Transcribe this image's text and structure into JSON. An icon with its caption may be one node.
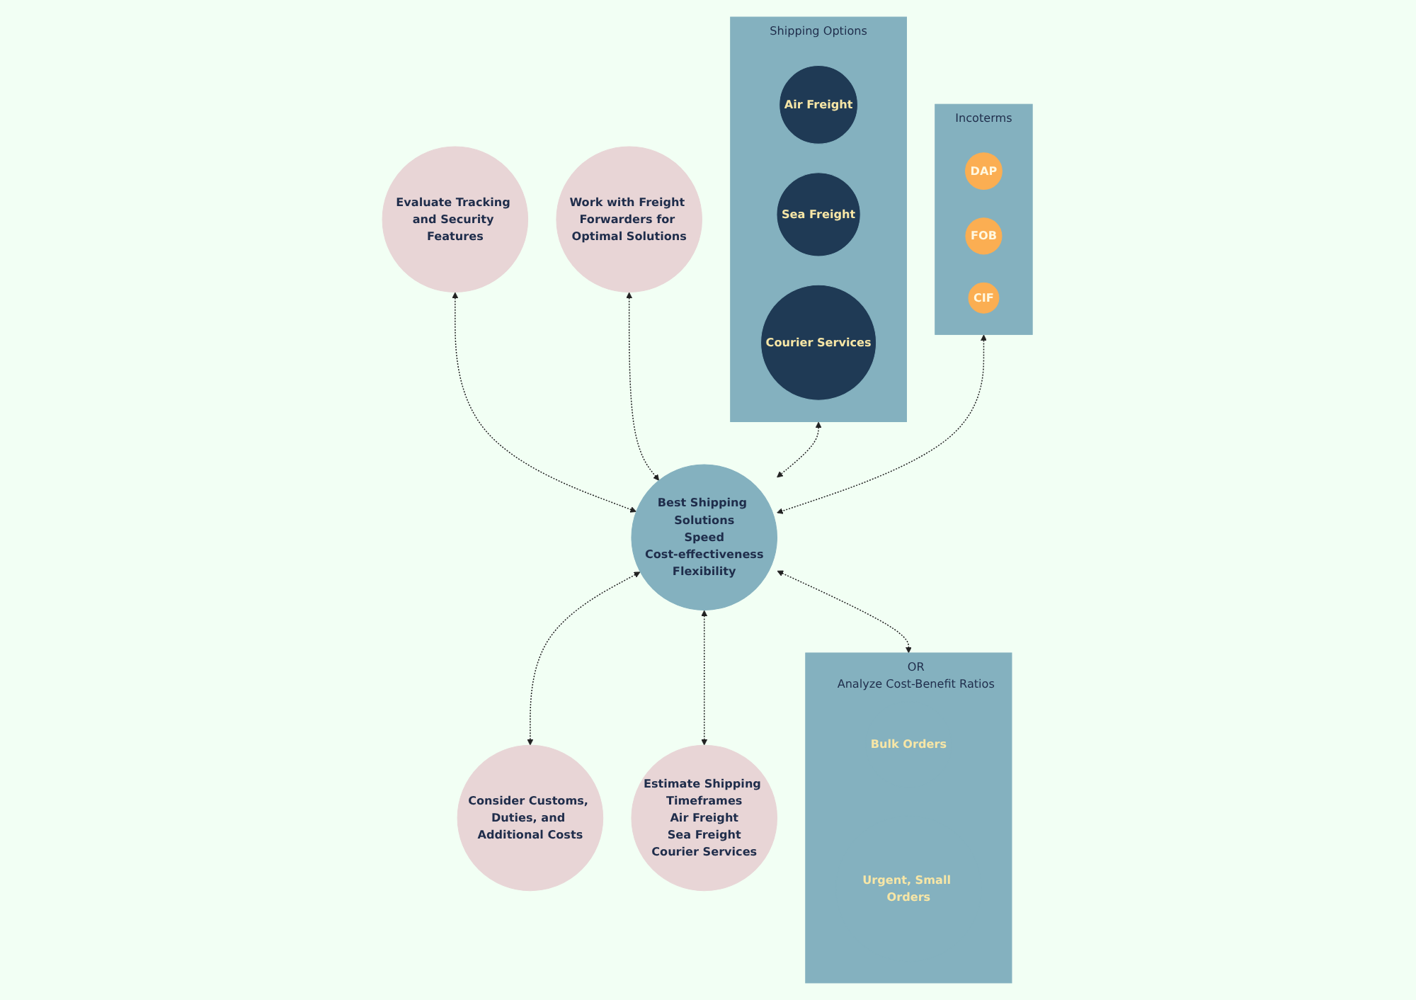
{
  "diagram": {
    "nodes": [
      {
        "text": [
          "Best Shipping Solutions",
          "Speed",
          "Cost-effectiveness",
          "Flexibility"
        ]
      },
      {
        "text": [
          "Work with Freight Forwarders for Optimal Solutions"
        ]
      },
      {
        "text": [
          "Evaluate Tracking and Security Features"
        ]
      },
      {
        "text": [
          "Shipping Options"
        ]
      },
      {
        "text": [
          "Air Freight"
        ],
        "in": 3
      },
      {
        "text": [
          "Sea Freight"
        ],
        "in": 3
      },
      {
        "text": [
          "Courier Services"
        ],
        "in": 3
      },
      {
        "text": [
          "Incoterms"
        ]
      },
      {
        "text": [
          "DAP"
        ],
        "in": 7
      },
      {
        "text": [
          "FOB"
        ],
        "in": 7
      },
      {
        "text": [
          "CIF"
        ],
        "in": 7
      },
      {
        "text": [
          "Consider Customs, Duties, and Additional Costs"
        ]
      },
      {
        "text": [
          "OR",
          "Analyze Cost-Benefit Ratios"
        ]
      },
      {
        "text": [
          "Bulk Orders"
        ],
        "in": 12
      },
      {
        "text": [
          "Urgent, Small Orders"
        ],
        "in": 12
      },
      {
        "text": [
          "Estimate Shipping Timeframes",
          "Air Freight",
          "Sea Freight",
          "Courier Services"
        ]
      }
    ],
    "edges": [
      {
        "from": 2,
        "to": 0,
        "arrow": "both",
        "style": "dashed"
      },
      {
        "from": 1,
        "to": 0,
        "arrow": "both",
        "style": "dashed"
      },
      {
        "from": 3,
        "to": 0,
        "arrow": "both",
        "style": "dashed"
      },
      {
        "from": 7,
        "to": 0,
        "arrow": "both",
        "style": "dashed"
      },
      {
        "from": 0,
        "to": 11,
        "arrow": "both",
        "style": "dashed"
      },
      {
        "from": 0,
        "to": 12,
        "arrow": "both",
        "style": "dashed"
      },
      {
        "from": 0,
        "to": 15,
        "arrow": "both",
        "style": "dashed"
      }
    ]
  }
}
